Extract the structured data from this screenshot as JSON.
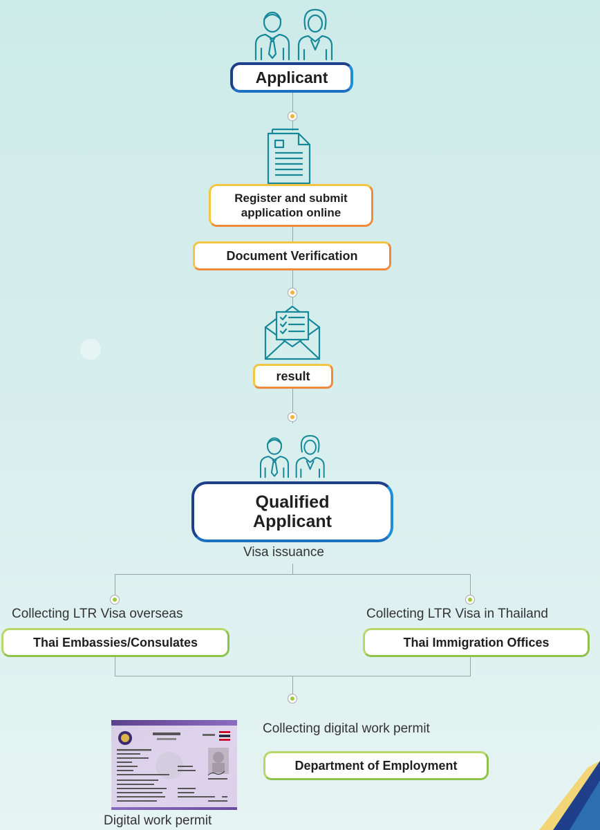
{
  "nodes": {
    "applicant": "Applicant",
    "register": "Register and submit application online",
    "verification": "Document Verification",
    "result": "result",
    "qualified": "Qualified Applicant",
    "visa_issuance": "Visa issuance",
    "overseas_label": "Collecting LTR Visa overseas",
    "embassies": "Thai Embassies/Consulates",
    "thailand_label": "Collecting LTR Visa in Thailand",
    "immigration": "Thai Immigration Offices",
    "work_permit_label": "Collecting digital work permit",
    "employment": "Department of Employment",
    "digital_work_permit": "Digital work permit"
  },
  "colors": {
    "blue_border": "#1f3f8a",
    "orange_border": "#f08a3a",
    "green_border": "#8fc24b",
    "background": "#cdebe9"
  },
  "icons": [
    "applicants-icon",
    "document-icon",
    "email-result-icon",
    "qualified-applicants-icon",
    "work-permit-card"
  ]
}
